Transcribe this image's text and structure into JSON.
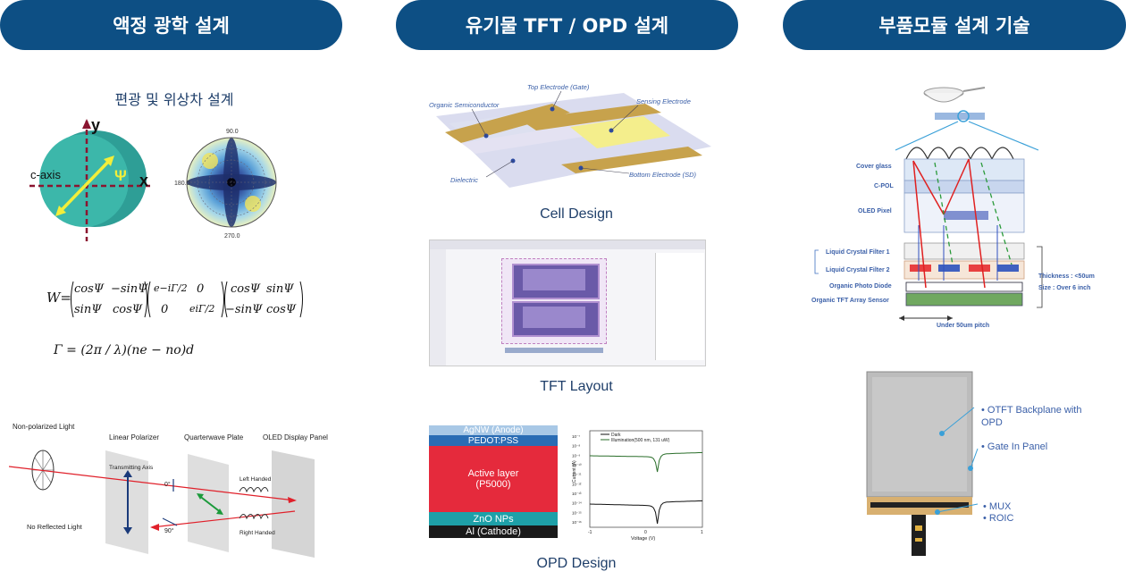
{
  "headers": {
    "col1": "액정 광학 설계",
    "col2": "유기물 TFT / OPD 설계",
    "col3": "부품모듈 설계 기술"
  },
  "col1": {
    "subtitle": "편광 및 위상차 설계",
    "axis": {
      "y": "y",
      "x": "x",
      "caxis": "c-axis",
      "psi": "Ψ"
    },
    "polar": {
      "top": "90.0",
      "left": "180.0",
      "bottom": "270.0"
    },
    "eq1": {
      "W": "W=",
      "m1": [
        "cosΨ",
        "−sinΨ",
        "sinΨ",
        "cosΨ"
      ],
      "m2": [
        "e−iΓ/2",
        "0",
        "0",
        "eiΓ/2"
      ],
      "m3": [
        "cosΨ",
        "sinΨ",
        "−sinΨ",
        "cosΨ"
      ]
    },
    "eq2": "Γ = (2π / λ)(ne − no)d",
    "optics": {
      "nonpol": "Non-polarized Light",
      "linear": "Linear Polarizer",
      "transmitting": "Transmitting Axis",
      "quarter": "Quarterwave Plate",
      "oled": "OLED Display Panel",
      "left": "Left Handed",
      "right": "Right Handed",
      "noreflect": "No Reflected Light",
      "deg0": "0°",
      "deg90": "90°"
    }
  },
  "col2": {
    "cell": {
      "labels": {
        "top": "Top Electrode (Gate)",
        "osc": "Organic Semiconductor",
        "sensing": "Sensing Electrode",
        "dielectric": "Dielectric",
        "bottom": "Bottom Electrode (SD)"
      },
      "caption": "Cell Design"
    },
    "tft_caption": "TFT Layout",
    "opd": {
      "layers": [
        "AgNW (Anode)",
        "PEDOT:PSS",
        "Active layer (P5000)",
        "ZnO NPs",
        "Al (Cathode)"
      ],
      "legend": [
        "Dark",
        "Illumination(500 nm, 131 uW)"
      ],
      "ylabel": "Current (A)",
      "xlabel": "Voltage (V)",
      "yticks": [
        "10⁻⁷",
        "10⁻⁸",
        "10⁻⁹",
        "10⁻¹⁰",
        "10⁻¹¹",
        "10⁻¹²",
        "10⁻¹³",
        "10⁻¹⁴",
        "10⁻¹⁵",
        "10⁻¹⁶"
      ],
      "xticks": [
        "-1",
        "0",
        "1"
      ],
      "caption": "OPD Design"
    }
  },
  "col3": {
    "stack": {
      "cover": "Cover glass",
      "cpol": "C-POL",
      "oled": "OLED Pixel",
      "lcf1": "Liquid Crystal Filter 1",
      "lcf2": "Liquid Crystal Filter 2",
      "opd": "Organic Photo Diode",
      "tft": "Organic TFT Array Sensor",
      "thickness": "Thickness : <50um",
      "size": "Size : Over 6 inch",
      "pitch": "Under 50um pitch"
    },
    "panel": {
      "b1": "• OTFT Backplane with OPD",
      "b2": "• Gate In Panel",
      "b3": "• MUX",
      "b4": "• ROIC"
    }
  }
}
